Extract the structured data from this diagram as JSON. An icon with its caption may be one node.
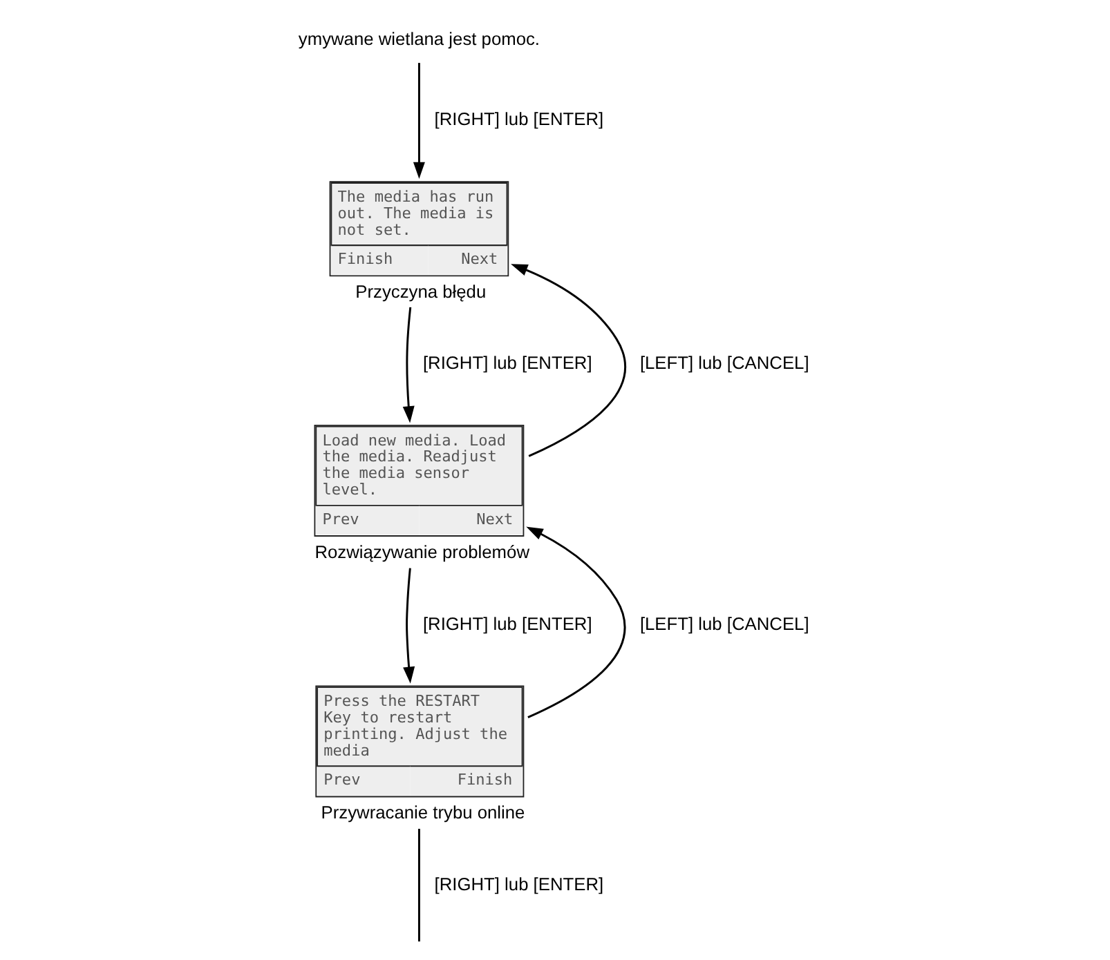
{
  "diagram": {
    "nodes": [
      {
        "text": [
          "ymywane wietlana jest pomoc."
        ]
      },
      {
        "text": [
          "The media has run out. The media is not set.",
          "Finish",
          "Next"
        ],
        "beside": [
          "Przyczyna błędu"
        ]
      },
      {
        "text": [
          "Load new media. Load the media. Readjust the media sensor level.",
          "Prev",
          "Next"
        ],
        "beside": [
          "Rozwiązywanie problemów"
        ]
      },
      {
        "text": [
          "Press the RESTART Key to restart printing. Adjust the media",
          "Prev",
          "Finish"
        ],
        "beside": [
          "Przywracanie trybu online"
        ]
      }
    ],
    "edges": [
      {
        "from": 0,
        "to": 1,
        "arrow": "to",
        "label": "[RIGHT] lub [ENTER]"
      },
      {
        "from": 1,
        "to": 2,
        "arrow": "to",
        "label": "[RIGHT] lub [ENTER]"
      },
      {
        "from": 2,
        "to": 1,
        "arrow": "to",
        "label": "[LEFT] lub [CANCEL]"
      },
      {
        "from": 2,
        "to": 3,
        "arrow": "to",
        "label": "[RIGHT] lub [ENTER]"
      },
      {
        "from": 3,
        "to": 2,
        "arrow": "to",
        "label": "[LEFT] lub [CANCEL]"
      },
      {
        "from": 3,
        "to": null,
        "arrow": "none",
        "label": "[RIGHT] lub [ENTER]"
      }
    ]
  }
}
